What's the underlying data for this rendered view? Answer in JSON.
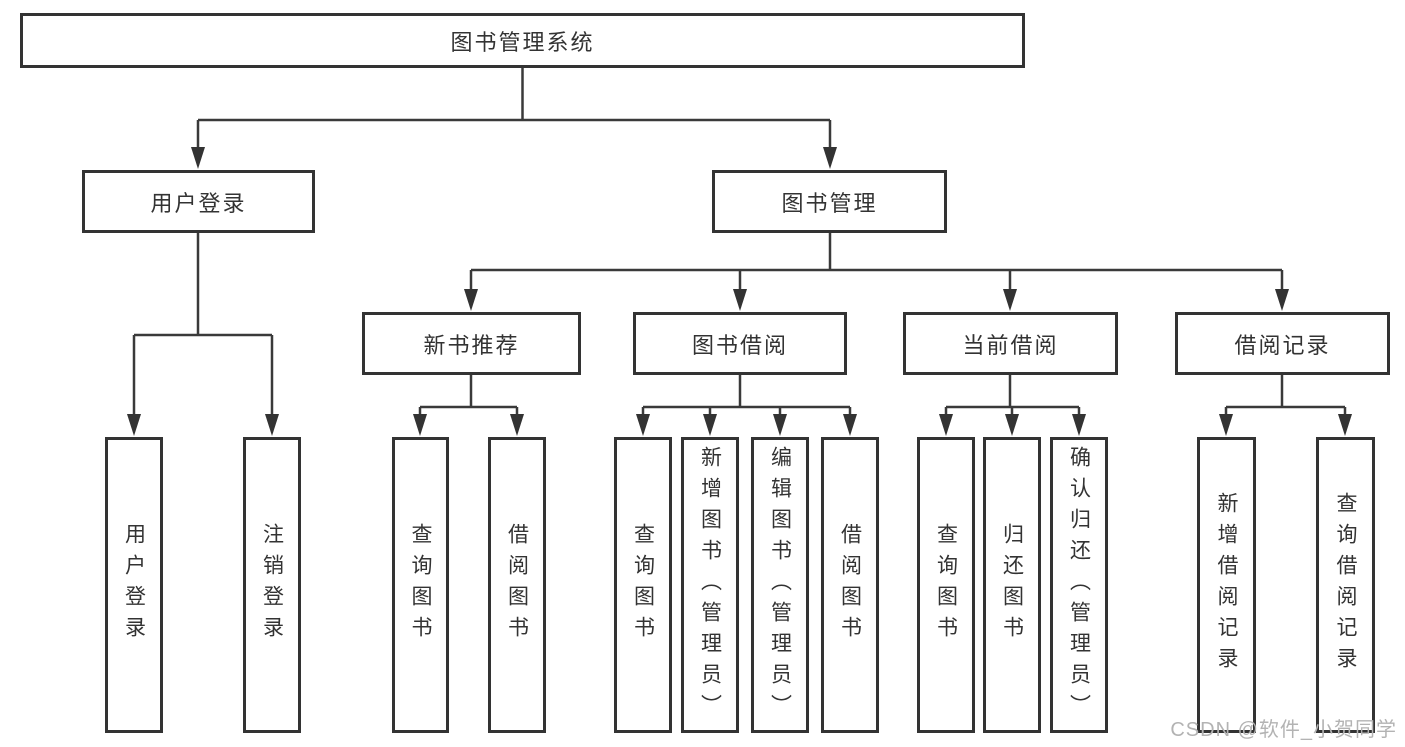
{
  "tree": {
    "label": "图书管理系统",
    "children": [
      {
        "label": "用户登录",
        "children": [
          {
            "label": "用户登录"
          },
          {
            "label": "注销登录"
          }
        ]
      },
      {
        "label": "图书管理",
        "children": [
          {
            "label": "新书推荐",
            "children": [
              {
                "label": "查询图书"
              },
              {
                "label": "借阅图书"
              }
            ]
          },
          {
            "label": "图书借阅",
            "children": [
              {
                "label": "查询图书"
              },
              {
                "label": "新增图书（管理员）"
              },
              {
                "label": "编辑图书（管理员）"
              },
              {
                "label": "借阅图书"
              }
            ]
          },
          {
            "label": "当前借阅",
            "children": [
              {
                "label": "查询图书"
              },
              {
                "label": "归还图书"
              },
              {
                "label": "确认归还（管理员）"
              }
            ]
          },
          {
            "label": "借阅记录",
            "children": [
              {
                "label": "新增借阅记录"
              },
              {
                "label": "查询借阅记录"
              }
            ]
          }
        ]
      }
    ]
  },
  "watermark": "CSDN @软件_小贺同学",
  "colors": {
    "line": "#3a3a3a",
    "box_border": "#333333",
    "text": "#333333",
    "watermark": "#b3b3b3",
    "background": "#ffffff"
  }
}
